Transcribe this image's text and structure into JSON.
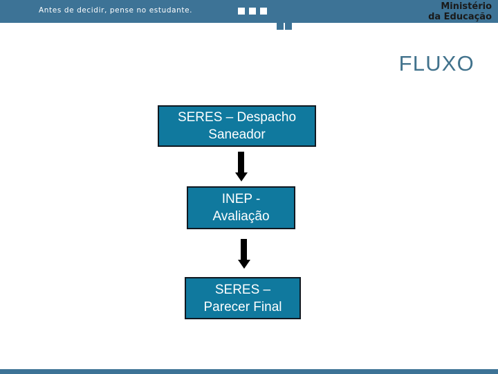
{
  "header": {
    "tagline": "Antes de decidir, pense no estudante.",
    "ministry_line1": "Ministério",
    "ministry_line2": "da Educação",
    "bar_color": "#3d7396",
    "logo_name": "mec-pixel-mosaic"
  },
  "title": {
    "text": "FLUXO",
    "color": "#41728c"
  },
  "flow": {
    "box_fill": "#10799e",
    "box_border": "#101820",
    "box_text_color": "#ffffff",
    "arrow_color": "#000000",
    "steps": [
      {
        "id": "seres-despacho-saneador",
        "line1": "SERES – Despacho",
        "line2": "Saneador"
      },
      {
        "id": "inep-avaliacao",
        "line1": "INEP -",
        "line2": "Avaliação"
      },
      {
        "id": "seres-parecer-final",
        "line1": "SERES –",
        "line2": "Parecer Final"
      }
    ],
    "connectors": [
      {
        "id": "arrow-step1-to-step2",
        "direction": "down"
      },
      {
        "id": "arrow-step2-to-step3",
        "direction": "down"
      }
    ]
  },
  "footer": {
    "bar_color": "#3d7396"
  }
}
